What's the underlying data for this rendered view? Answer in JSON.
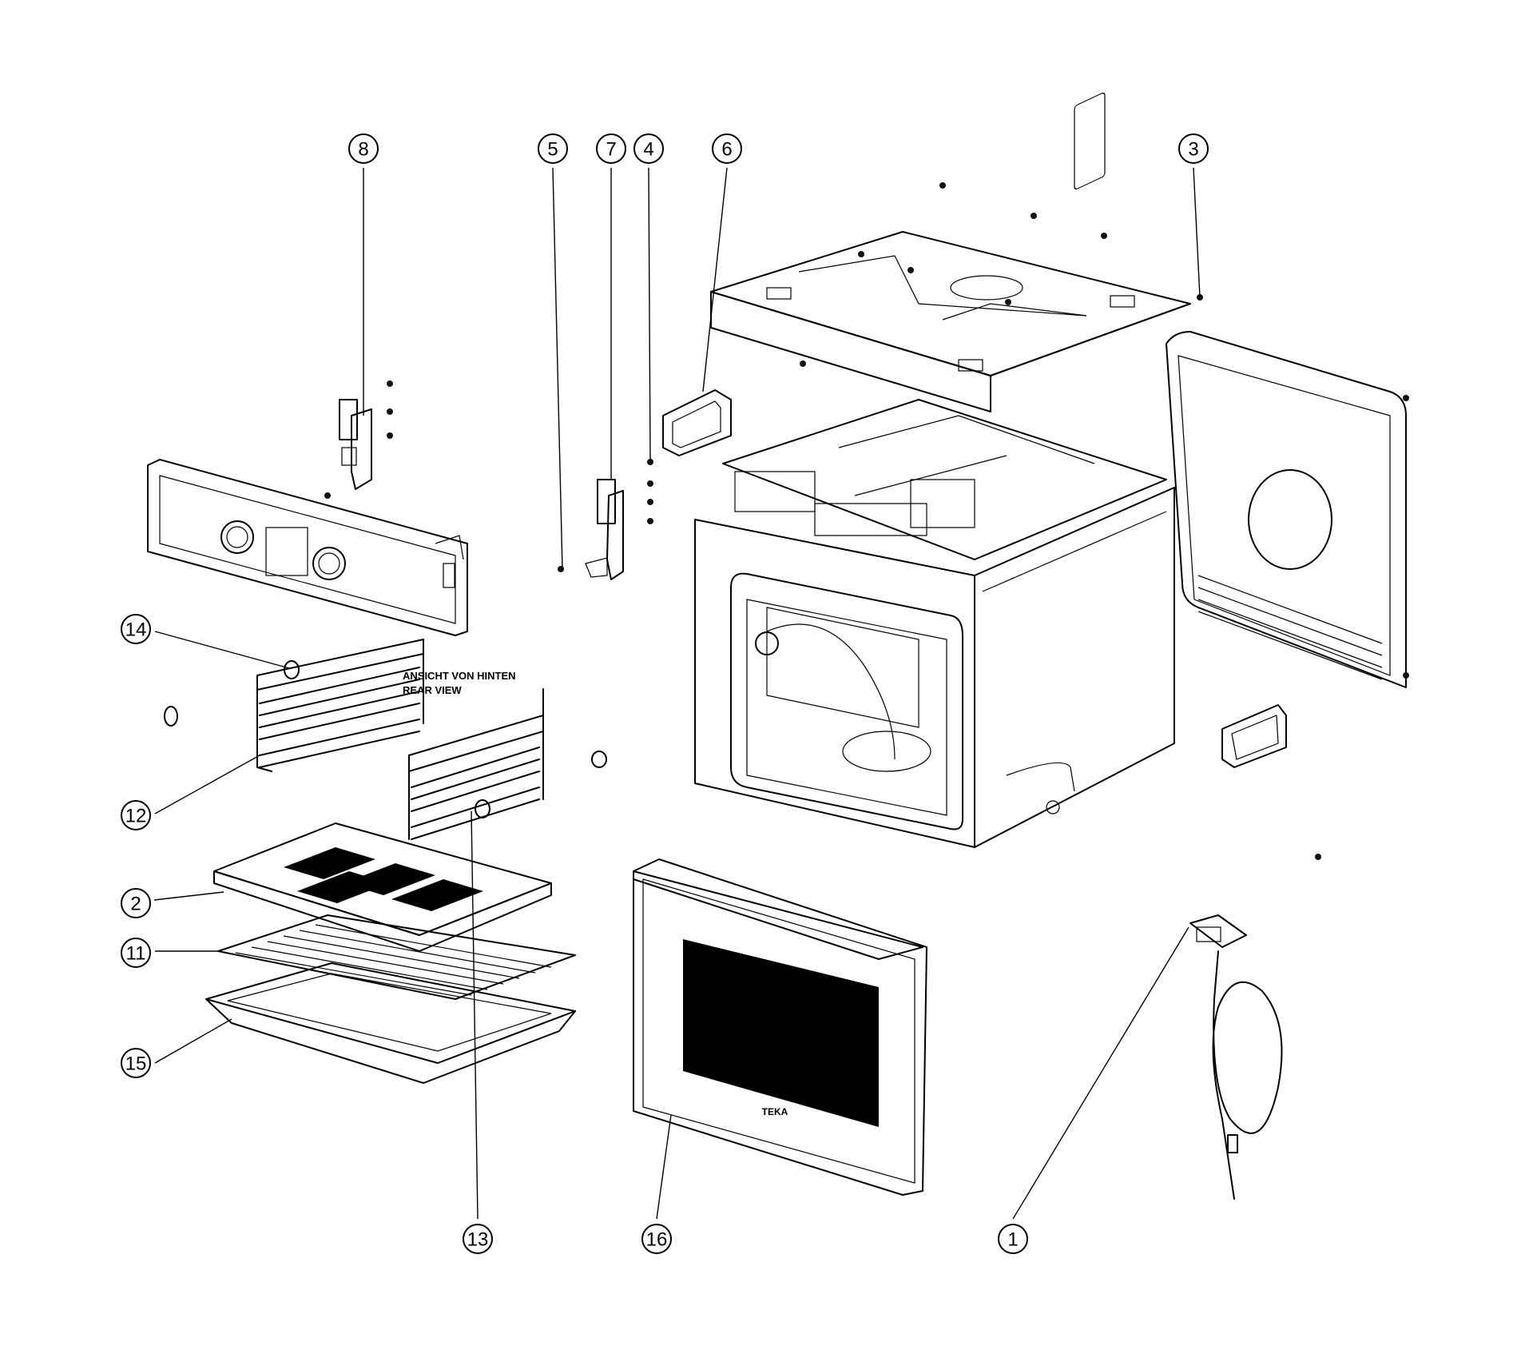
{
  "callouts": [
    {
      "id": "1",
      "label": "1"
    },
    {
      "id": "2",
      "label": "2"
    },
    {
      "id": "3",
      "label": "3"
    },
    {
      "id": "4",
      "label": "4"
    },
    {
      "id": "5",
      "label": "5"
    },
    {
      "id": "6",
      "label": "6"
    },
    {
      "id": "7",
      "label": "7"
    },
    {
      "id": "8",
      "label": "8"
    },
    {
      "id": "11",
      "label": "11"
    },
    {
      "id": "12",
      "label": "12"
    },
    {
      "id": "13",
      "label": "13"
    },
    {
      "id": "14",
      "label": "14"
    },
    {
      "id": "15",
      "label": "15"
    },
    {
      "id": "16",
      "label": "16"
    }
  ],
  "notes": {
    "rear_view_line1": "ANSICHT VON HINTEN",
    "rear_view_line2": "REAR VIEW"
  },
  "door": {
    "brand": "TEKA"
  }
}
